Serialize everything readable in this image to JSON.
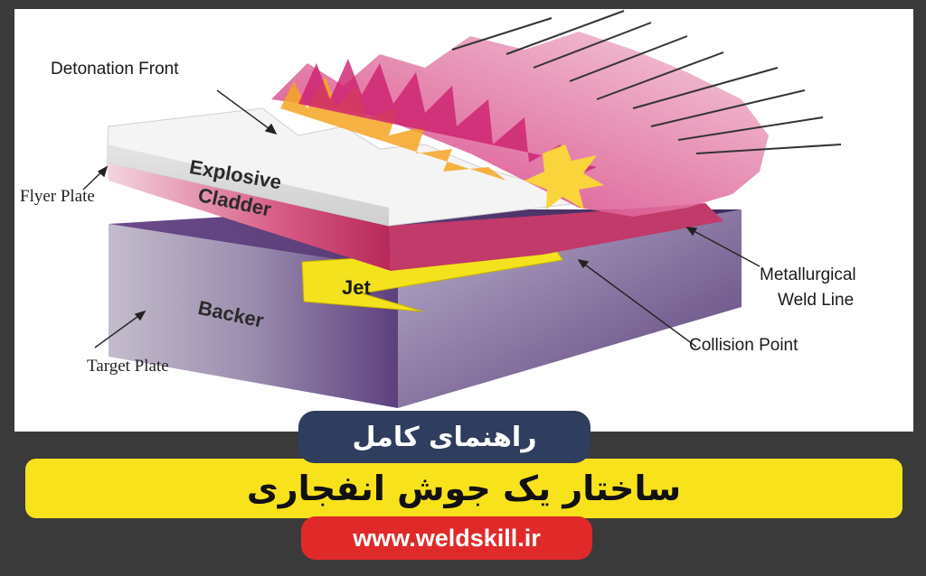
{
  "diagram": {
    "labels": {
      "detonation_front": "Detonation Front",
      "flyer_plate": "Flyer Plate",
      "explosive": "Explosive",
      "cladder": "Cladder",
      "jet": "Jet",
      "backer": "Backer",
      "target_plate": "Target Plate",
      "metallurgical": "Metallurgical",
      "weld_line": "Weld Line",
      "collision_point": "Collision Point"
    },
    "colors": {
      "explosive_top": "#f2f2f2",
      "cladder_side": "#c93a6b",
      "backer_top": "#5a3a7a",
      "backer_side": "#9a8fb0",
      "jet": "#f2e020",
      "flame_magenta": "#d4237a",
      "flame_orange": "#f5a623"
    }
  },
  "banner": {
    "guide_text": "راهنمای کامل",
    "title_text": "ساختار یک جوش انفجاری",
    "site_text": "www.weldskill.ir"
  }
}
